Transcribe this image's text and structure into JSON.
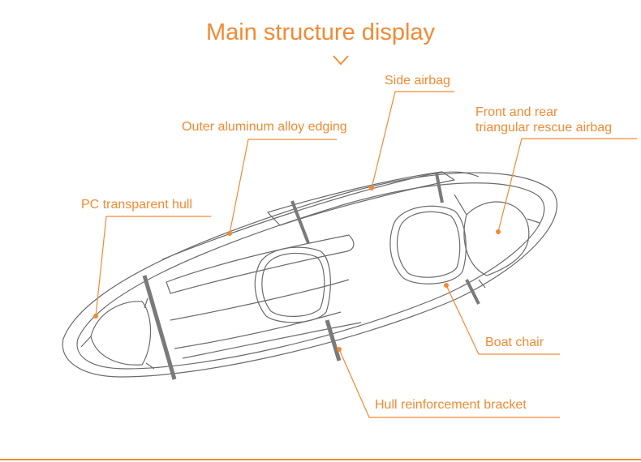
{
  "title": "Main structure display",
  "accent_color": "#f08a34",
  "line_color": "#6b6b6b",
  "icons": {
    "scroll_cue": "chevron-down-icon"
  },
  "labels": {
    "side_airbag": "Side airbag",
    "outer_edging": "Outer aluminum alloy edging",
    "rescue_airbag_line1": "Front and rear",
    "rescue_airbag_line2": "triangular rescue airbag",
    "pc_hull": "PC transparent hull",
    "boat_chair": "Boat chair",
    "hull_bracket": "Hull reinforcement bracket"
  }
}
